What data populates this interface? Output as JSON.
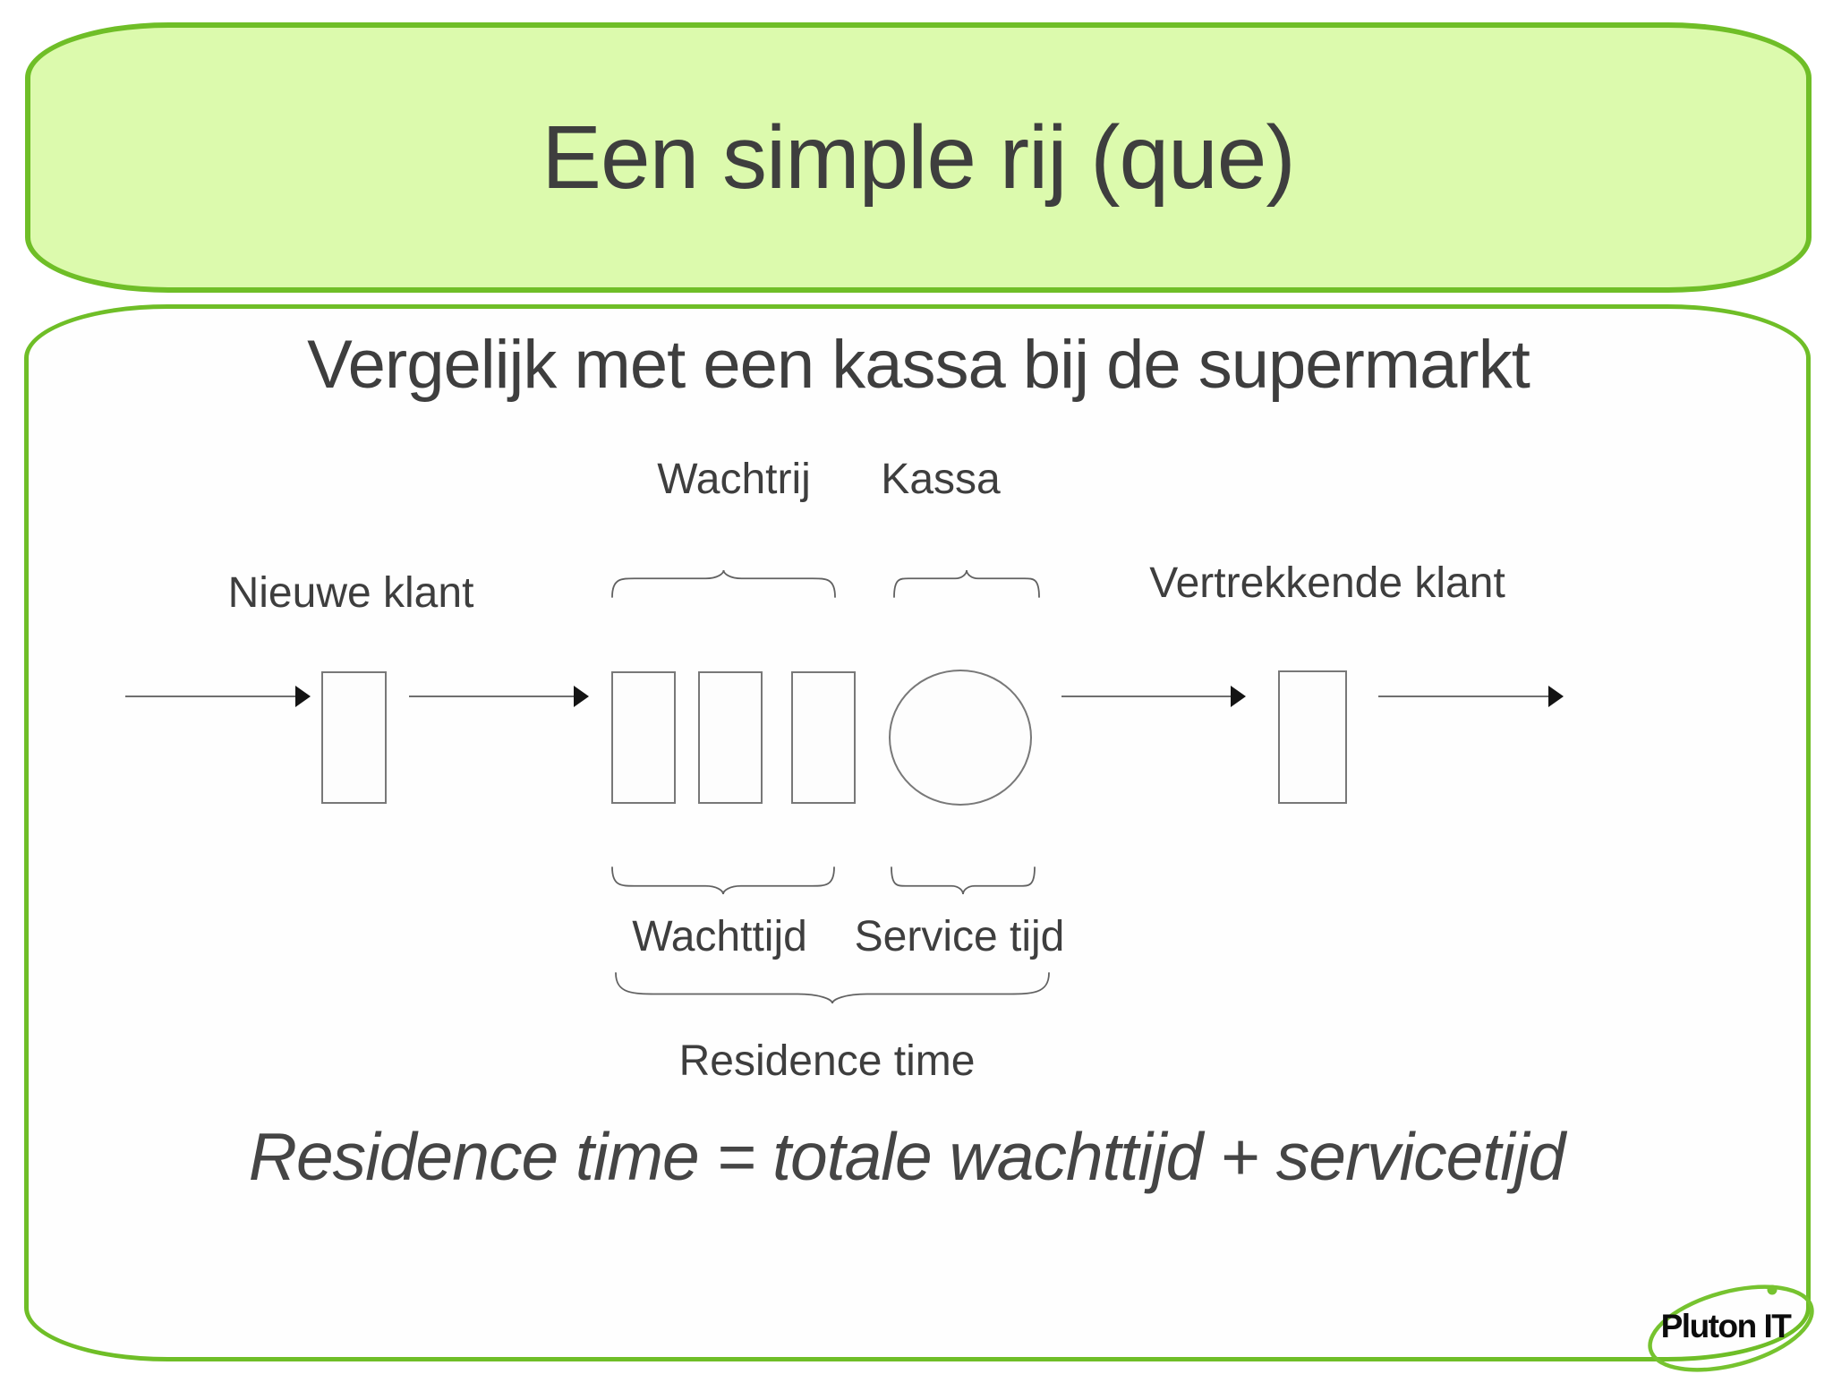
{
  "slide": {
    "title": "Een simple rij (que)",
    "subtitle": "Vergelijk met een kassa bij de supermarkt",
    "formula": "Residence time = totale wachttijd + servicetijd"
  },
  "diagram": {
    "labels": {
      "nieuwe_klant": "Nieuwe klant",
      "wachtrij": "Wachtrij",
      "kassa": "Kassa",
      "vertrekkende_klant": "Vertrekkende klant",
      "wachttijd": "Wachttijd",
      "service_tijd": "Service tijd",
      "residence_time": "Residence time"
    }
  },
  "logo": {
    "text": "Pluton IT"
  },
  "colors": {
    "accent_green": "#6fbe27",
    "title_fill": "#dcfaad",
    "text_dark": "#3e3e3e",
    "diagram_stroke": "#787878",
    "arrowhead_black": "#141414"
  }
}
